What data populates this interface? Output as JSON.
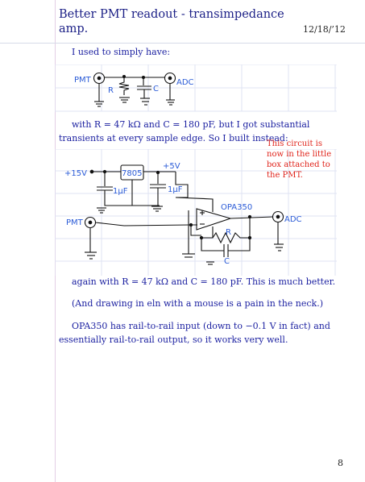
{
  "header": {
    "title": "Better PMT readout - transimpedance amp.",
    "date": "12/18/’12"
  },
  "paragraphs": {
    "p1": "I used to simply have:",
    "p2": "with R = 47 kΩ and C = 180 pF, but I got substantial transients at every sample edge. So I built instead:",
    "p3": "again with R = 47 kΩ and C = 180 pF. This is much better.",
    "p4": "(And drawing in eln with a mouse is a pain in the neck.)",
    "p5": "OPA350 has rail-to-rail input (down to −0.1 V in fact) and essentially rail-to-rail output, so it works very well."
  },
  "annotation": {
    "note": "This circuit is now in the little box attached to the PMT."
  },
  "diagram1": {
    "pmt_label": "PMT",
    "r_label": "R",
    "c_label": "C",
    "adc_label": "ADC"
  },
  "diagram2": {
    "plus15v_label": "+15V",
    "regulator_label": "7805",
    "plus5v_label": "+5V",
    "cap1_label": "1μF",
    "cap2_label": "1μF",
    "opamp_label": "OPA350",
    "pmt_label": "PMT",
    "adc_label": "ADC",
    "r_label": "R",
    "c_label": "C"
  },
  "footer": {
    "page_number": "8"
  },
  "colors": {
    "title": "#1b1f86",
    "body_text": "#1a1fa0",
    "annotation": "#e0241b",
    "sketch_labels": "#2a5bd7",
    "grid": "#dfe3f3"
  }
}
